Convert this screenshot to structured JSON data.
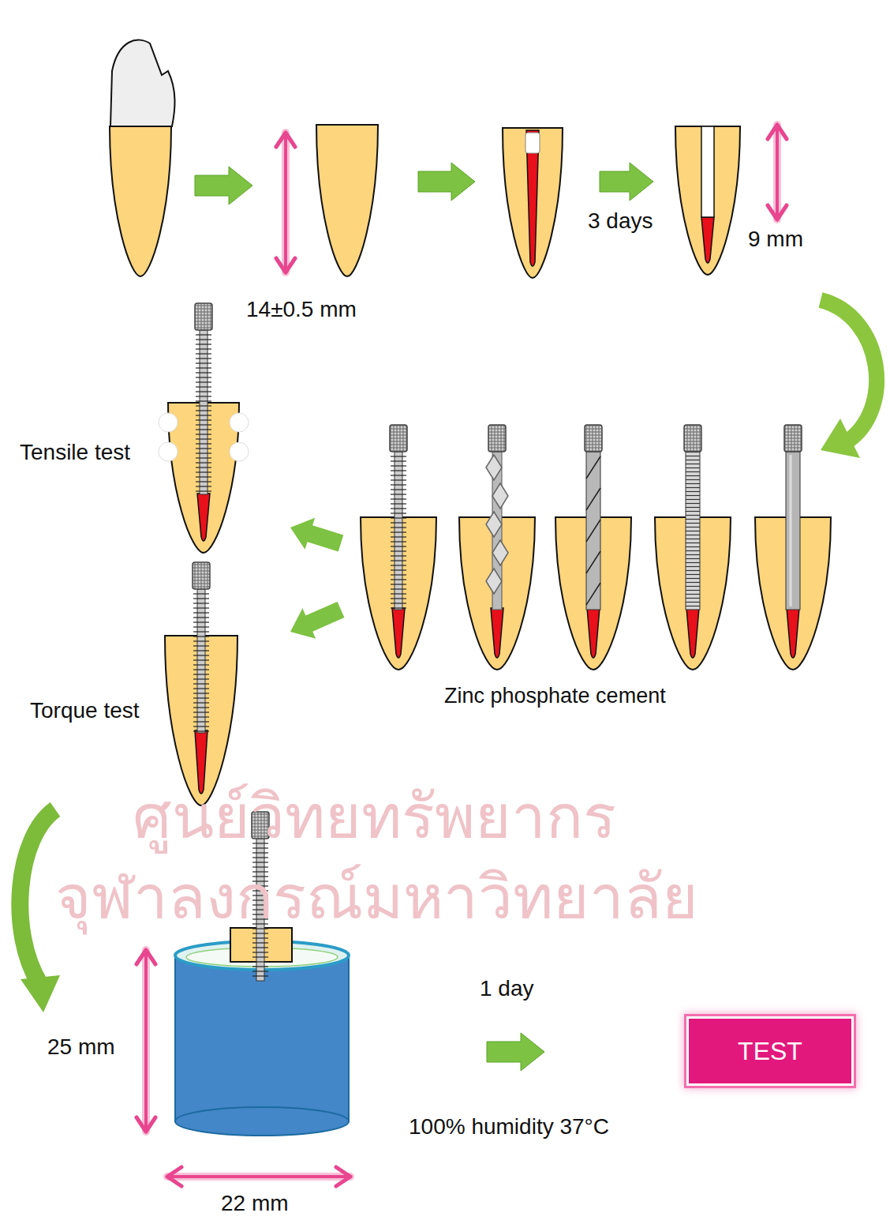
{
  "diagram": {
    "nodes": [
      {
        "text": [
          "TEST"
        ]
      }
    ],
    "labels": [
      "14±0.5 mm",
      "3 days",
      "9 mm",
      "Tensile test",
      "Torque test",
      "Zinc phosphate cement",
      "25 mm",
      "1 day",
      "100% humidity 37°C",
      "22 mm",
      "ศูนย์วิทยทรัพยากร",
      "จุฬาลงกรณ์มหาวิทยาลัย"
    ]
  }
}
